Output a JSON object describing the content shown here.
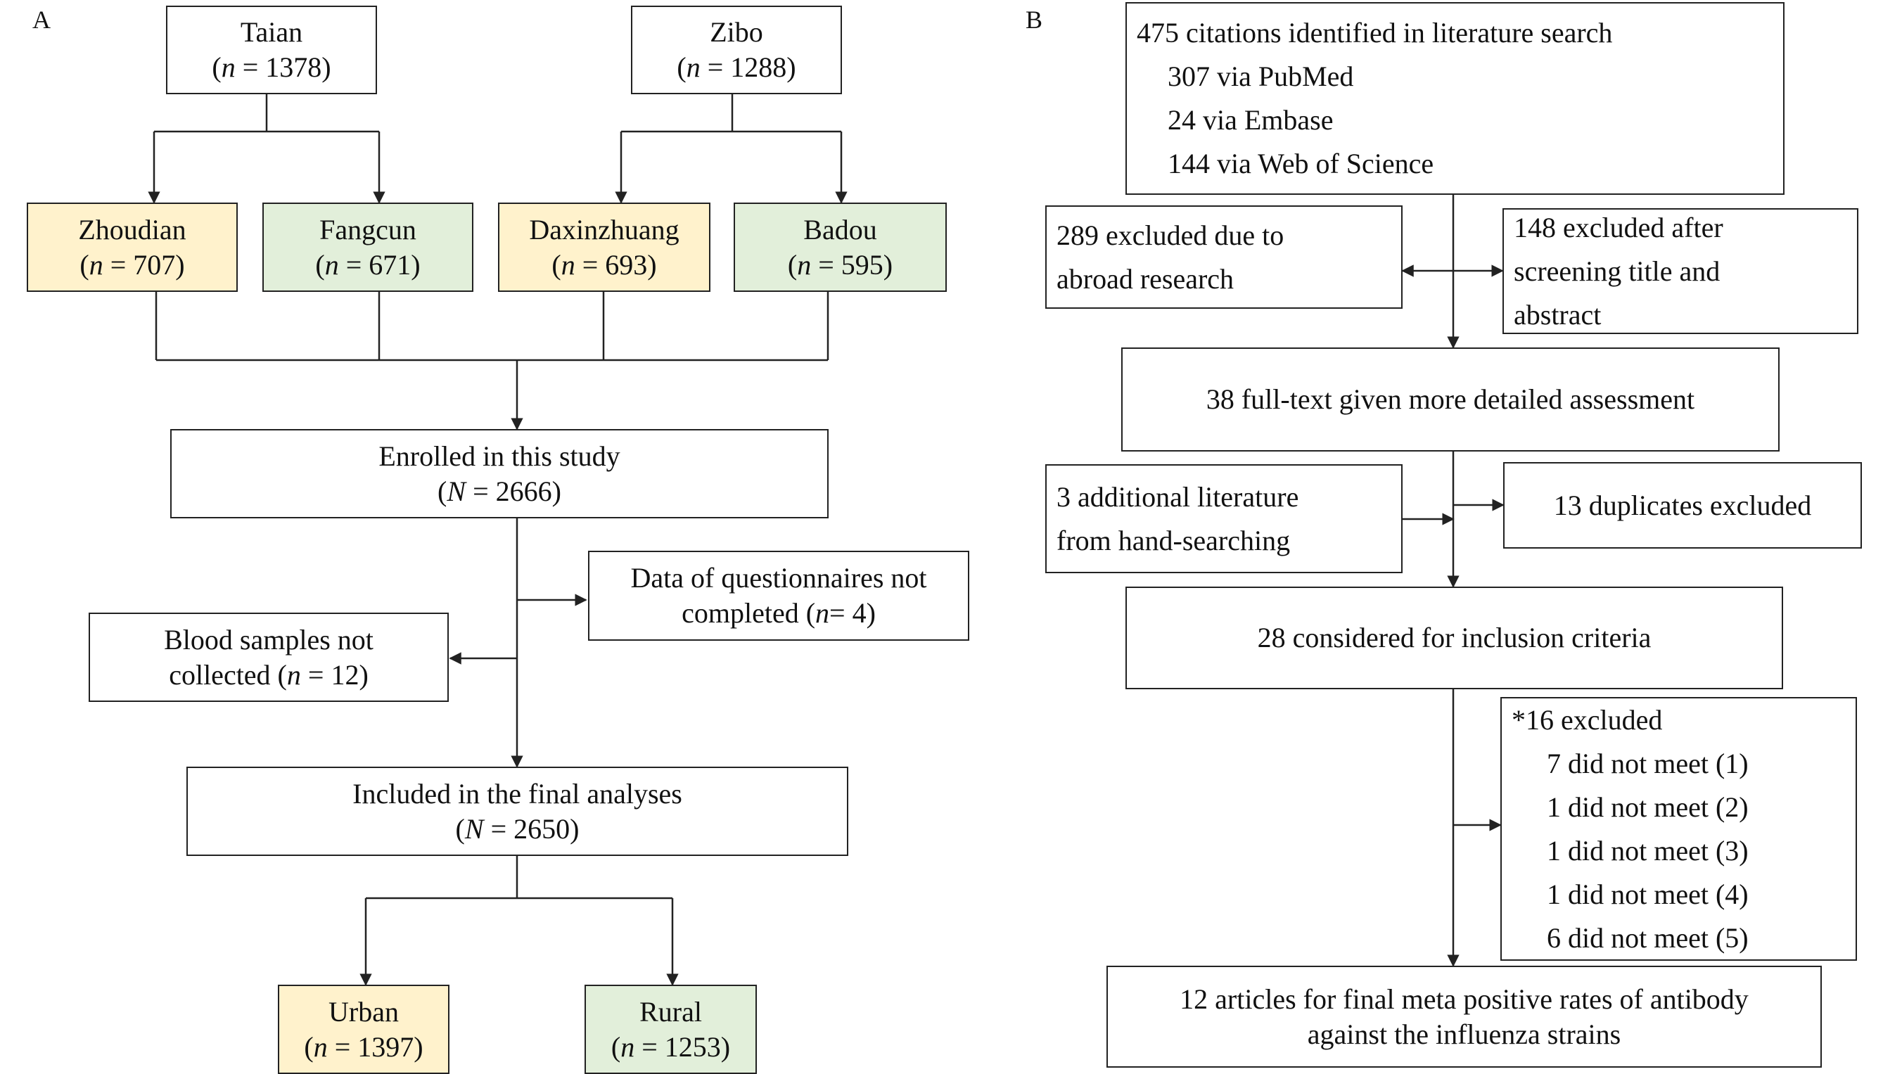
{
  "panel_a": {
    "label": "A",
    "taian": {
      "name": "Taian",
      "count": "1378"
    },
    "zibo": {
      "name": "Zibo",
      "count": "1288"
    },
    "zhoudian": {
      "name": "Zhoudian",
      "count": "707"
    },
    "fangcun": {
      "name": "Fangcun",
      "count": "671"
    },
    "daxinzhuang": {
      "name": "Daxinzhuang",
      "count": "693"
    },
    "badou": {
      "name": "Badou",
      "count": "595"
    },
    "enrolled": {
      "title": "Enrolled in this study",
      "count": "2666"
    },
    "questionnaire": {
      "line1": "Data of questionnaires not",
      "line2_pre": "completed (",
      "count": "4",
      "line2_post": ")"
    },
    "blood": {
      "line1": "Blood samples not",
      "line2_pre": "collected (",
      "count": "12",
      "line2_post": ")"
    },
    "final": {
      "title": "Included in the final analyses",
      "count": "2650"
    },
    "urban": {
      "name": "Urban",
      "count": "1397"
    },
    "rural": {
      "name": "Rural",
      "count": "1253"
    },
    "n_small": "n",
    "n_big": "N",
    "eq": " = ",
    "eq_tight": "= "
  },
  "panel_b": {
    "label": "B",
    "search": {
      "title": "475 citations identified in literature search",
      "items": [
        "307 via PubMed",
        "24 via Embase",
        "144 via Web of Science"
      ]
    },
    "abroad": {
      "line1": "289 excluded due to",
      "line2": "abroad research"
    },
    "screening": {
      "line1": "148 excluded after",
      "line2": "screening title and",
      "line3": "abstract"
    },
    "fulltext": "38 full-text given more detailed assessment",
    "hand": {
      "line1": "3 additional literature",
      "line2": "from hand-searching"
    },
    "duplicates": "13 duplicates excluded",
    "inclusion": "28 considered for inclusion criteria",
    "excluded16": {
      "title": "*16 excluded",
      "items": [
        "7 did not meet (1)",
        "1 did not meet (2)",
        "1 did not meet (3)",
        "1 did not meet (4)",
        "6 did not meet (5)"
      ]
    },
    "final": {
      "line1": "12 articles for final meta positive rates of antibody",
      "line2": "against the influenza strains"
    }
  },
  "colors": {
    "yellow_fill": "#fff2cc",
    "green_fill": "#e2efda",
    "line": "#222222"
  }
}
